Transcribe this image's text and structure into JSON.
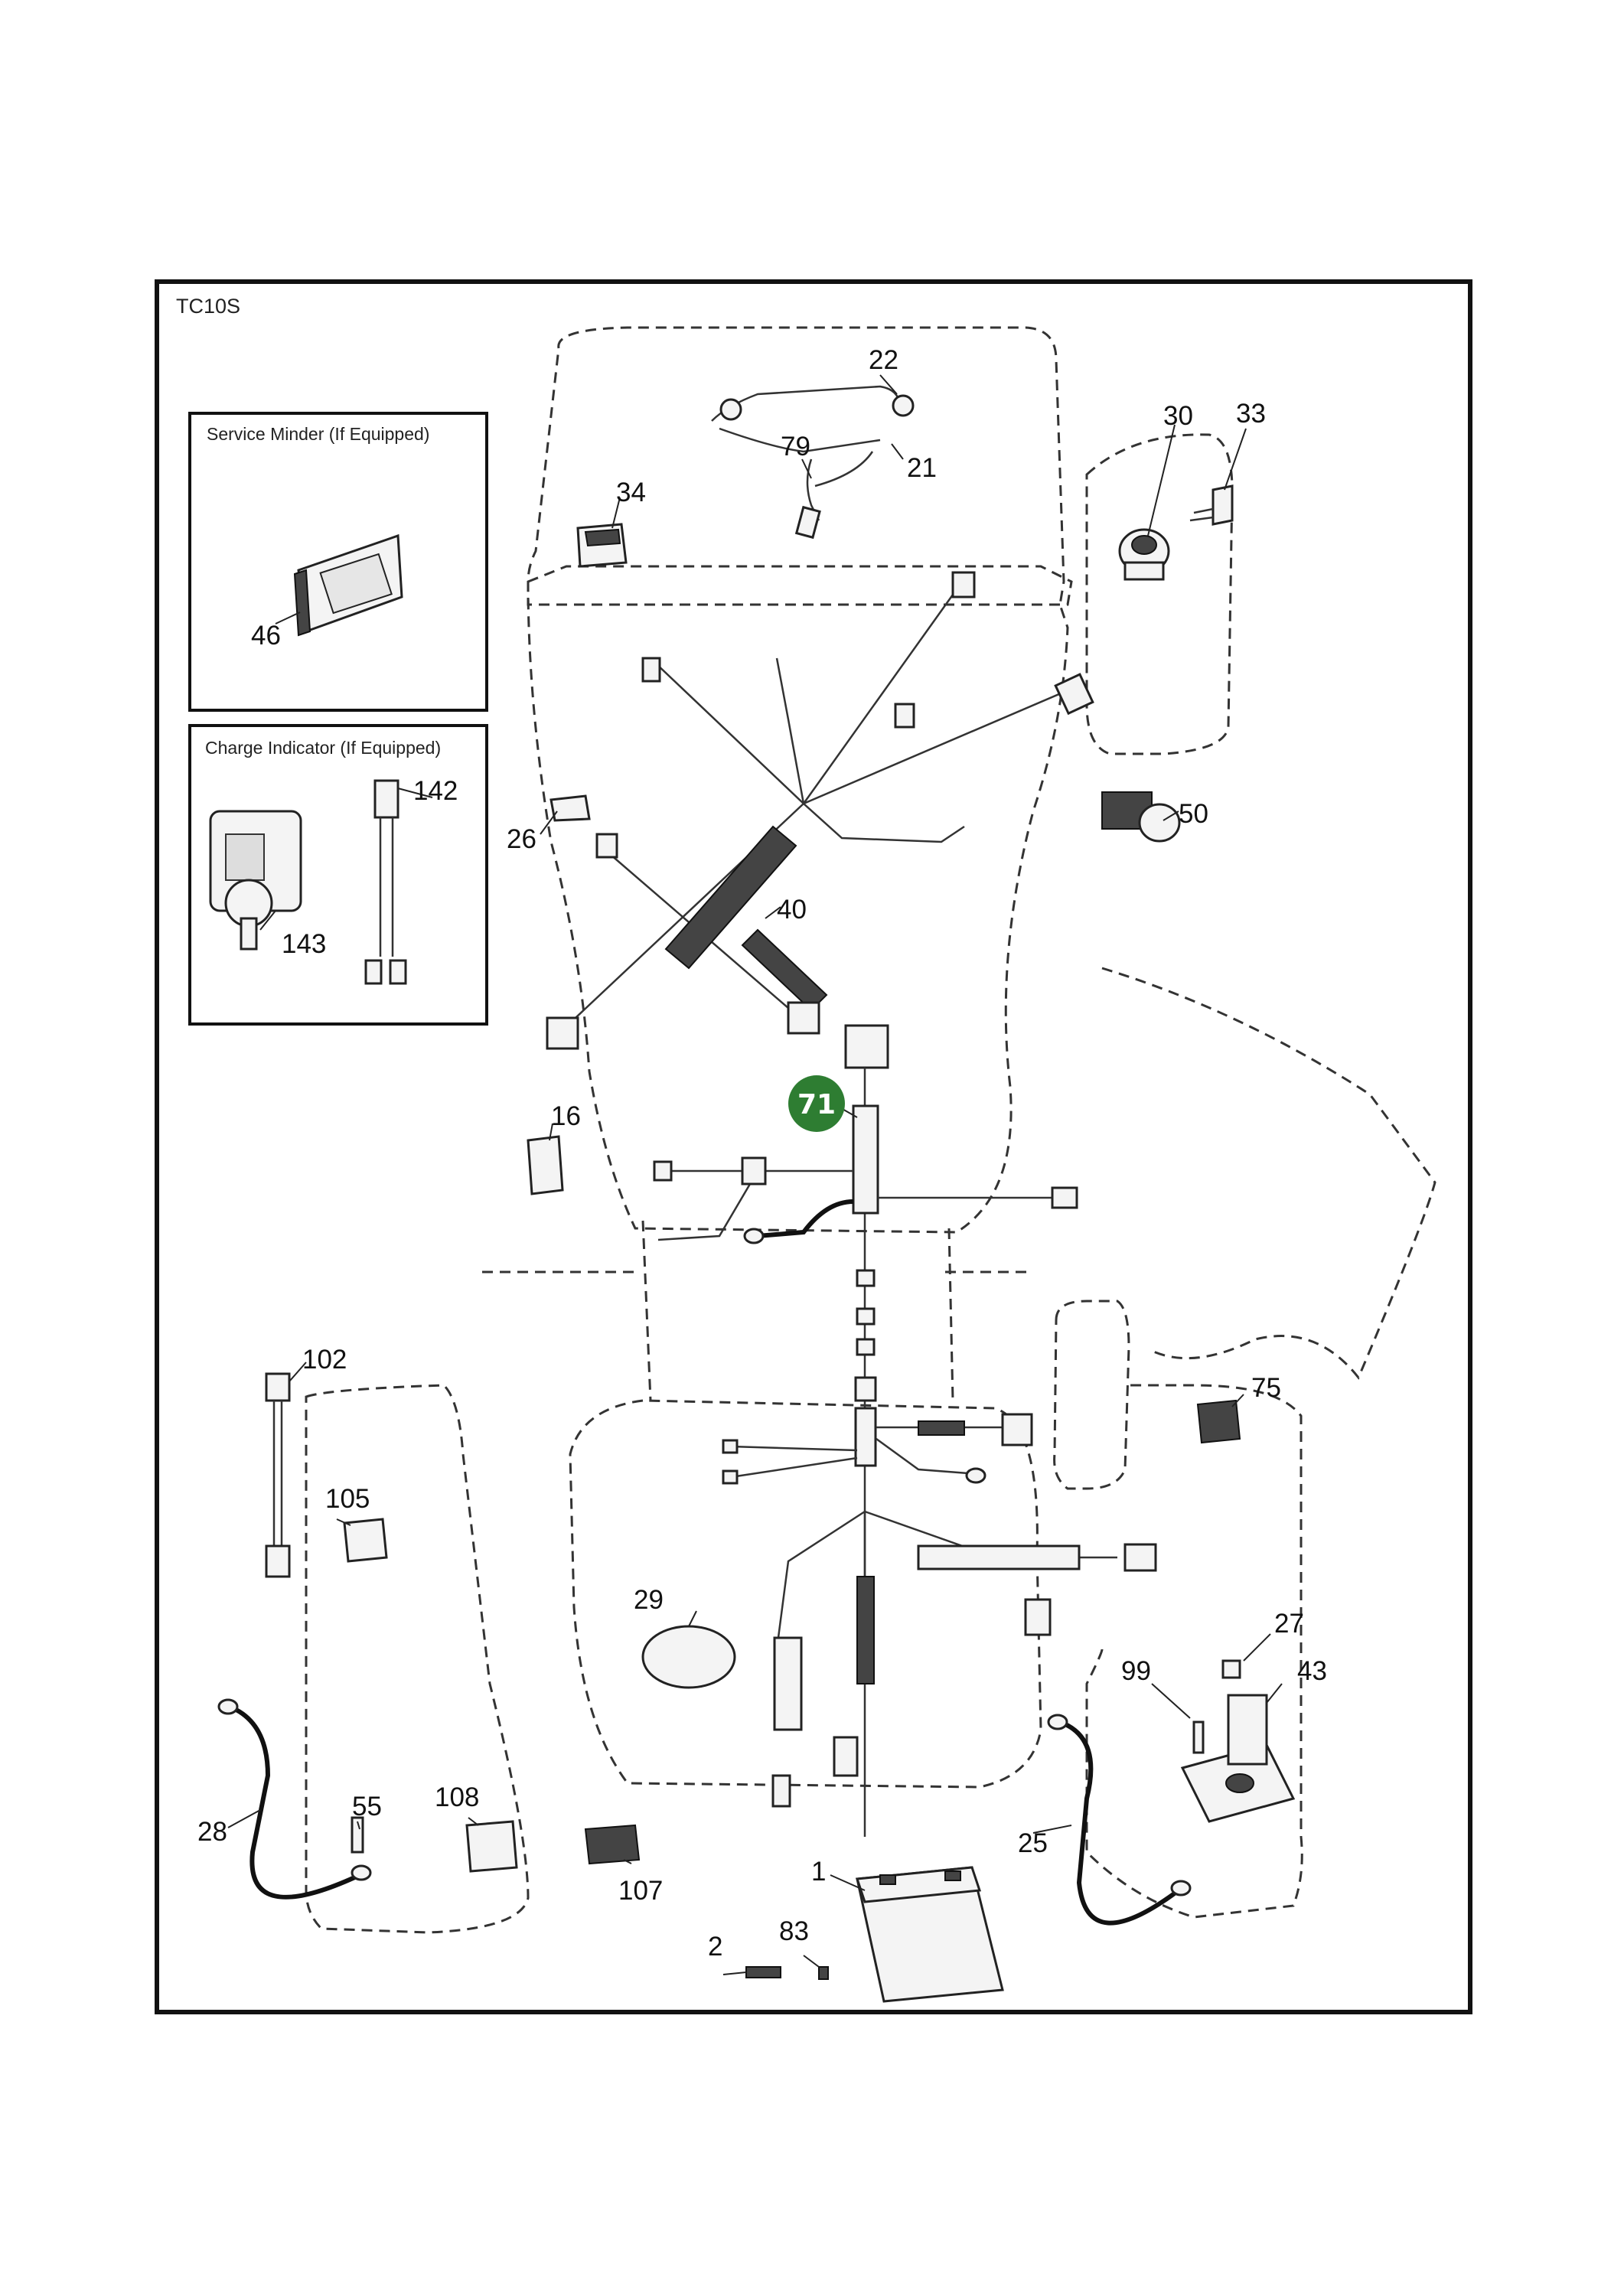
{
  "diagram": {
    "model": "TC10S",
    "insets": [
      {
        "title": "Service Minder (If Equipped)",
        "parts": [
          "46"
        ]
      },
      {
        "title": "Charge Indicator (If Equipped)",
        "parts": [
          "142",
          "143"
        ]
      }
    ],
    "callouts": [
      "22",
      "79",
      "21",
      "34",
      "30",
      "33",
      "46",
      "142",
      "26",
      "40",
      "143",
      "50",
      "16",
      "102",
      "105",
      "75",
      "29",
      "27",
      "99",
      "43",
      "28",
      "55",
      "108",
      "107",
      "1",
      "25",
      "83",
      "2"
    ],
    "highlighted_callout": "71",
    "highlight_color": "#2e7d32"
  }
}
